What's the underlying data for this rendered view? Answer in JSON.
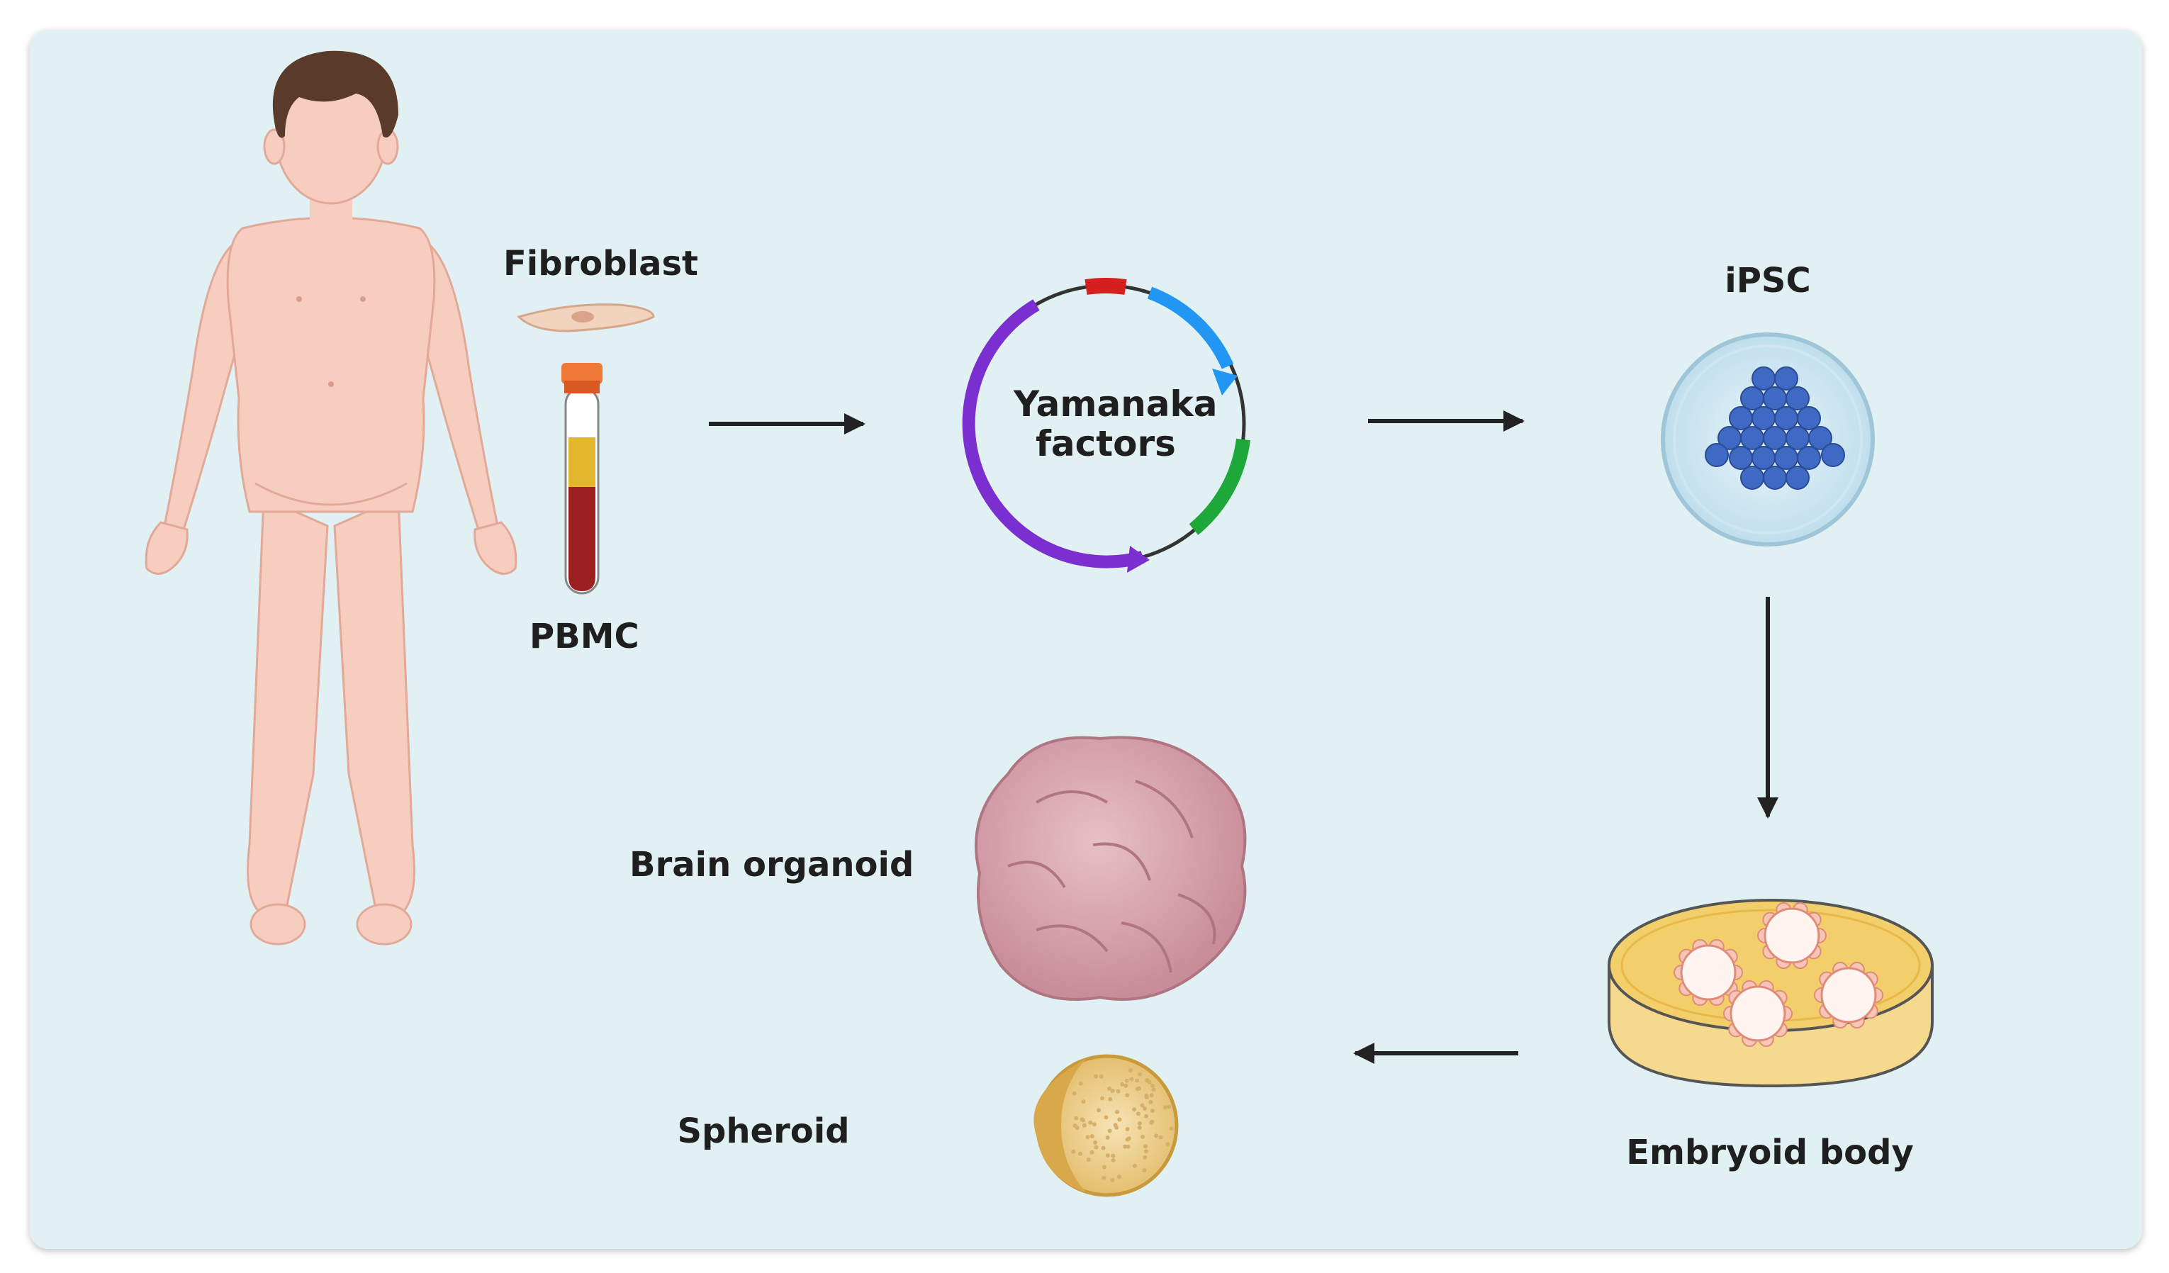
{
  "labels": {
    "fibroblast": "Fibroblast",
    "pbmc": "PBMC",
    "yamanaka_line1": "Yamanaka",
    "yamanaka_line2": "factors",
    "ipsc": "iPSC",
    "embryoid_body": "Embryoid body",
    "brain_organoid": "Brain organoid",
    "spheroid": "Spheroid"
  },
  "colors": {
    "background": "#e1f1f3",
    "skin": "#f6cdbf",
    "hair": "#5a3a2b",
    "blood": "#9c2021",
    "plasma": "#e2b72e",
    "tube_cap": "#e8632b",
    "plasmid_red": "#d62020",
    "plasmid_blue": "#2196f3",
    "plasmid_green": "#1fa83a",
    "plasmid_purple": "#7b2fd0",
    "ipsc_cell": "#3f6ac4",
    "dish_medium": "#f2cf6b",
    "organoid": "#d9a6b1",
    "spheroid": "#e7c46c"
  },
  "icons": [
    "child-body-icon",
    "fibroblast-cell-icon",
    "blood-tube-icon",
    "plasmid-icon",
    "petri-dish-ipsc-icon",
    "petri-dish-embryoid-icon",
    "brain-organoid-icon",
    "spheroid-icon"
  ]
}
